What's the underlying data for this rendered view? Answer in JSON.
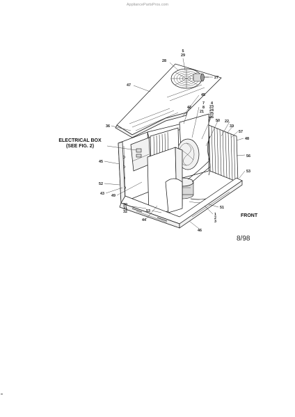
{
  "header": {
    "site": "AppliancePartsPros.com"
  },
  "diagram": {
    "electrical_box": [
      "ELECTRICAL BOX",
      "(SEE FIG. 2)"
    ],
    "front": "FRONT",
    "date": "8/98",
    "labels": {
      "l_5_29": [
        "5",
        "29"
      ],
      "l_28": "28",
      "l_27": "27",
      "l_47": "47",
      "l_45_top": "45",
      "l_7_8_21": [
        "7",
        "8",
        "21"
      ],
      "l_42": "42",
      "l_4_stack": [
        "4",
        "23",
        "24",
        "25",
        "26"
      ],
      "l_50": "50",
      "l_22": "22",
      "l_33": "33",
      "l_57": "57",
      "l_36": "36",
      "l_48": "48",
      "l_56": "56",
      "l_45_left": "45",
      "l_53_right": "53",
      "l_52": "52",
      "l_43": "43",
      "l_49": "49",
      "l_30_stack": [
        "30",
        "31",
        "32"
      ],
      "l_53_bottom": "53",
      "l_51": "51",
      "l_44": "44",
      "l_123": [
        "1",
        "2",
        "3"
      ],
      "l_46": "46"
    }
  }
}
